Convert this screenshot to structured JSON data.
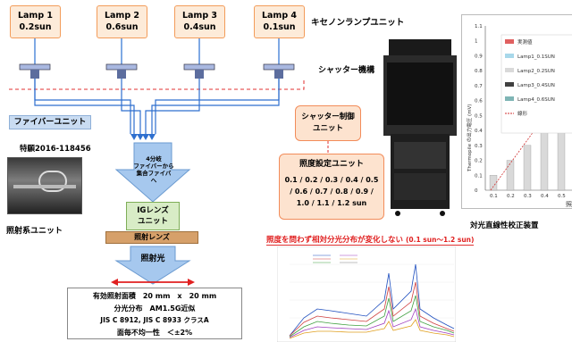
{
  "lamps": [
    {
      "name": "Lamp 1",
      "power": "0.2sun"
    },
    {
      "name": "Lamp 2",
      "power": "0.6sun"
    },
    {
      "name": "Lamp 3",
      "power": "0.4sun"
    },
    {
      "name": "Lamp 4",
      "power": "0.1sun"
    }
  ],
  "labels": {
    "xenon_unit": "キセノンランプユニット",
    "shutter_mech": "シャッター機構",
    "fiber_unit": "ファイバーユニット",
    "patent": "特願2016-118456",
    "irradiation_unit": "照射系ユニット",
    "fiber_arrow_line1": "4分岐",
    "fiber_arrow_line2": "ファイバーから",
    "fiber_arrow_line3": "集合ファイバ",
    "fiber_arrow_line4": "へ",
    "ig_lens": "IGレンズ",
    "ig_lens_unit": "ユニット",
    "irradiation_lens": "照射レンズ",
    "irradiation_light": "照射光",
    "shutter_control_line1": "シャッター制御",
    "shutter_control_line2": "ユニット",
    "illuminance_unit": "照度設定ユニット",
    "illuminance_values_1": "0.1 / 0.2 / 0.3 / 0.4 / 0.5",
    "illuminance_values_2": "/ 0.6 / 0.7 / 0.8 / 0.9 /",
    "illuminance_values_3": "1.0 / 1.1 / 1.2 sun",
    "spectrum_headline": "照度を問わず相対分光分布が変化しない",
    "spectrum_range": "(0.1 sun～1.2 sun)",
    "linearity_caption": "対光直線性校正装置"
  },
  "specs": [
    "有効照射面積　20 mm　x　20 mm",
    "分光分布　AM1.5G近似",
    "JIS C 8912, JIS C 8933 クラスA",
    "面毎不均一性　＜±2%"
  ],
  "linearity_chart": {
    "ylabel": "Thermopile の出力電圧 (mV)",
    "y_ticks": [
      "1.1",
      "1",
      "0.9",
      "0.8",
      "0.7",
      "0.6",
      "0.5",
      "0.4",
      "0.3",
      "0.2",
      "0.1",
      "0"
    ],
    "x_ticks": [
      "0.1",
      "0.2",
      "0.3",
      "0.4",
      "0.5"
    ],
    "x_label_partial": "照",
    "legend": [
      "実測値",
      "Lamp1_0.1SUN",
      "Lamp2_0.2SUN",
      "Lamp3_0.4SUN",
      "Lamp4_0.6SUN",
      "線形"
    ],
    "legend_colors": [
      "#e06060",
      "#a8d8ea",
      "#d9d9d9",
      "#404040",
      "#7fb5b5",
      "#d03030"
    ]
  }
}
